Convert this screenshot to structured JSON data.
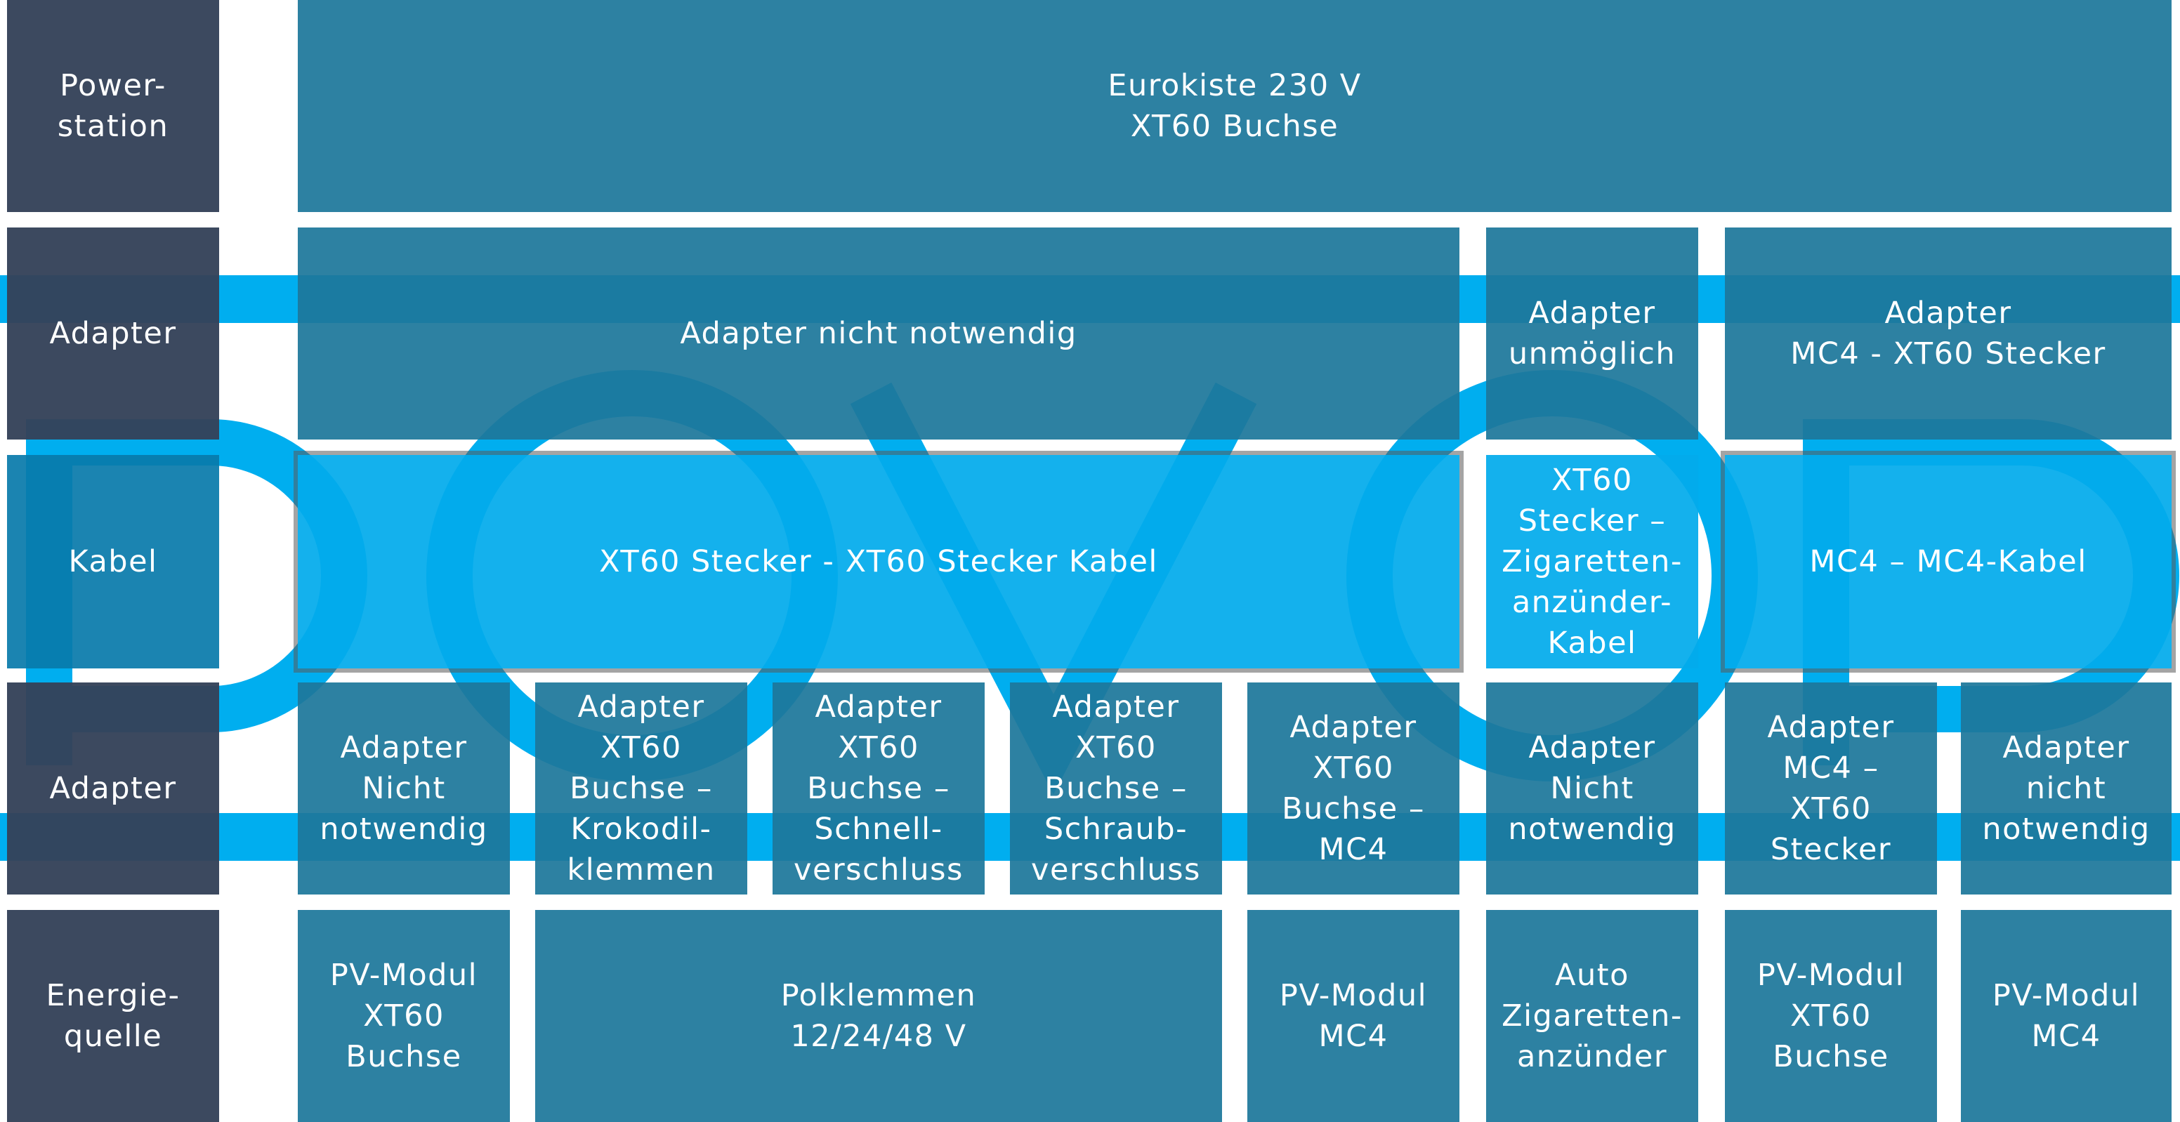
{
  "colors": {
    "row_label": "#344258",
    "box": "#1d779b",
    "cable_box": "#02abec",
    "cable_label": "#087aaa",
    "watermark": "#00aeef"
  },
  "rows": {
    "powerstation": "Power-\nstation",
    "adapter_top": "Adapter",
    "kabel": "Kabel",
    "adapter_bottom": "Adapter",
    "energiequelle": "Energie-\nquelle"
  },
  "powerstation": {
    "box": "Eurokiste 230 V\nXT60 Buchse"
  },
  "adapter_top": [
    "Adapter nicht notwendig",
    "Adapter\nunmöglich",
    "Adapter\nMC4 - XT60 Stecker"
  ],
  "kabel": [
    "XT60 Stecker - XT60 Stecker Kabel",
    "XT60\nStecker –\nZigaretten-\nanzünder-\nKabel",
    "MC4 – MC4-Kabel"
  ],
  "adapter_bottom": [
    "Adapter\nNicht\nnotwendig",
    "Adapter\nXT60\nBuchse –\nKrokodil-\nklemmen",
    "Adapter\nXT60\nBuchse –\nSchnell-\nverschluss",
    "Adapter\nXT60\nBuchse –\nSchraub-\nverschluss",
    "Adapter\nXT60\nBuchse –\nMC4",
    "Adapter\nNicht\nnotwendig",
    "Adapter\nMC4 –\nXT60\nStecker",
    "Adapter\nnicht\nnotwendig"
  ],
  "energiequelle": [
    "PV-Modul\nXT60\nBuchse",
    "Polklemmen\n12/24/48 V",
    "PV-Modul\nMC4",
    "Auto\nZigaretten-\nanzünder",
    "PV-Modul\nXT60\nBuchse",
    "PV-Modul\nMC4"
  ]
}
